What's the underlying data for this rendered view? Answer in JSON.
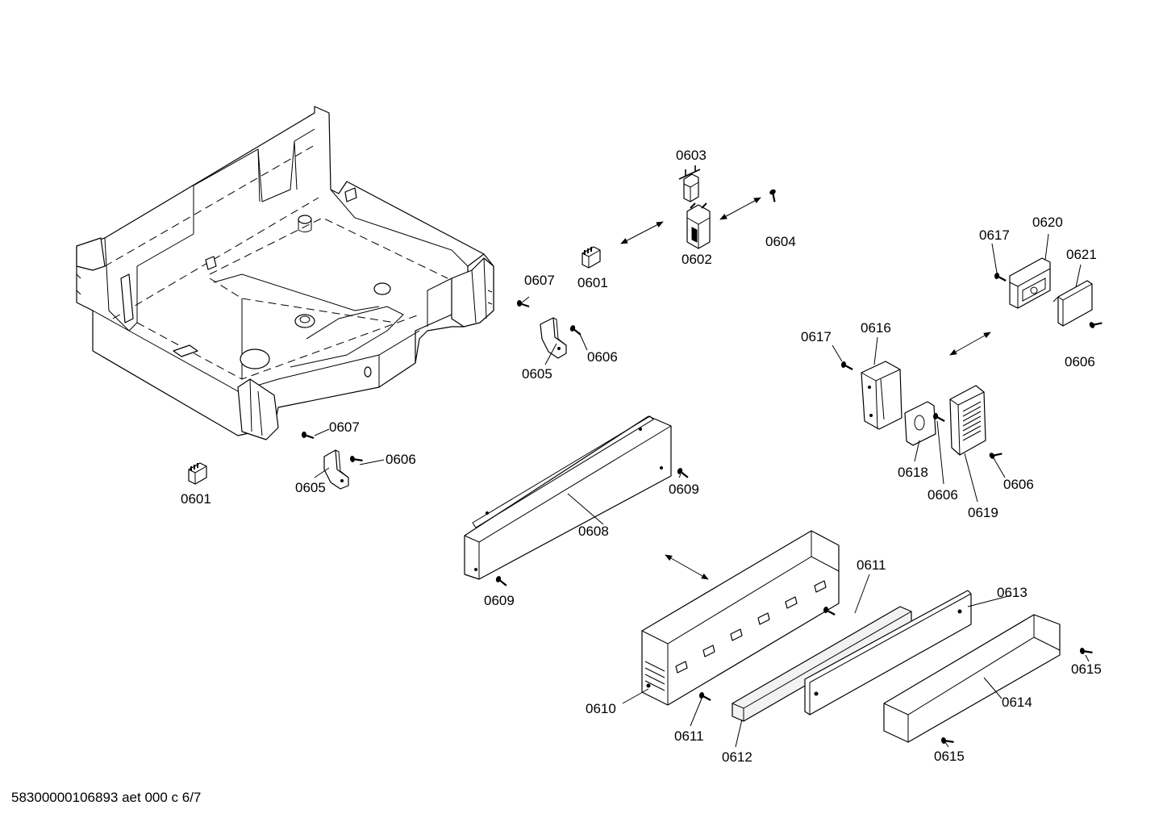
{
  "labels": {
    "l0603": "0603",
    "l0604": "0604",
    "l0602": "0602",
    "l0601a": "0601",
    "l0607a": "0607",
    "l0606a": "0606",
    "l0605a": "0605",
    "l0607b": "0607",
    "l0606b": "0606",
    "l0605b": "0605",
    "l0601b": "0601",
    "l0617a": "0617",
    "l0620": "0620",
    "l0621": "0621",
    "l0606c": "0606",
    "l0617b": "0617",
    "l0616": "0616",
    "l0618": "0618",
    "l0606d": "0606",
    "l0606e": "0606",
    "l0619": "0619",
    "l0609a": "0609",
    "l0608": "0608",
    "l0609b": "0609",
    "l0611a": "0611",
    "l0613": "0613",
    "l0615a": "0615",
    "l0614": "0614",
    "l0610": "0610",
    "l0611b": "0611",
    "l0612": "0612",
    "l0615b": "0615"
  },
  "footer": "58300000106893 aet 000 c 6/7"
}
